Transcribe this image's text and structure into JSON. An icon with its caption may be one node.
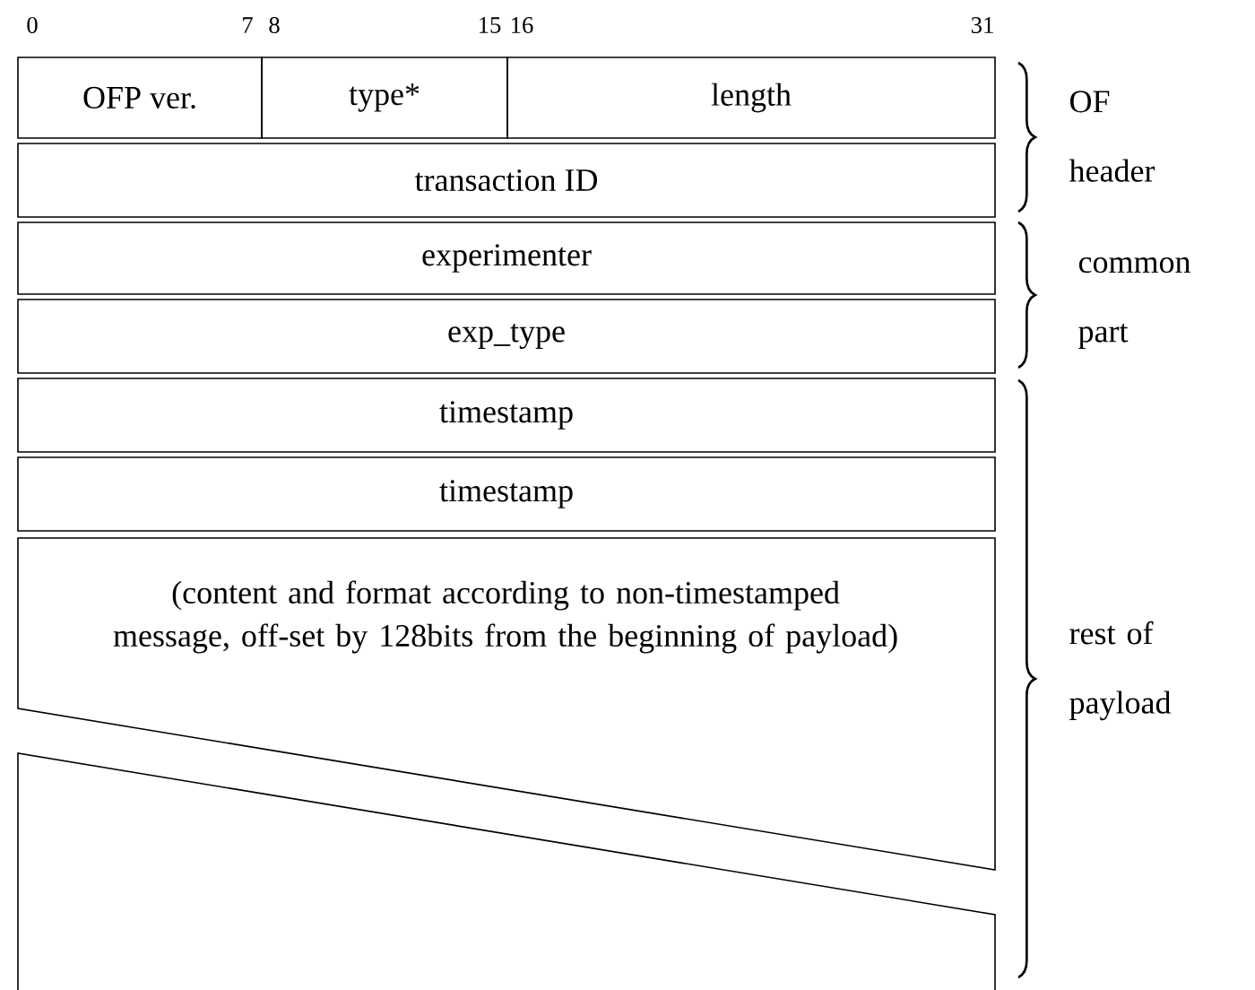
{
  "diagram": {
    "nodes": [
      {
        "text": [
          "OFP ver."
        ]
      },
      {
        "text": [
          "type*"
        ]
      },
      {
        "text": [
          "length"
        ]
      },
      {
        "text": [
          "transaction ID"
        ]
      },
      {
        "text": [
          "experimenter"
        ]
      },
      {
        "text": [
          "exp_type"
        ]
      },
      {
        "text": [
          "timestamp"
        ]
      },
      {
        "text": [
          "timestamp"
        ]
      },
      {
        "text": [
          "(content and format according to non-timestamped message, off-set by 128bits from the beginning of payload)"
        ]
      },
      {
        "text": [],
        "shape": "box"
      }
    ],
    "labels": [
      "0",
      "7",
      "8",
      "15",
      "16",
      "31",
      "OF header",
      "common part",
      "rest of payload"
    ]
  }
}
